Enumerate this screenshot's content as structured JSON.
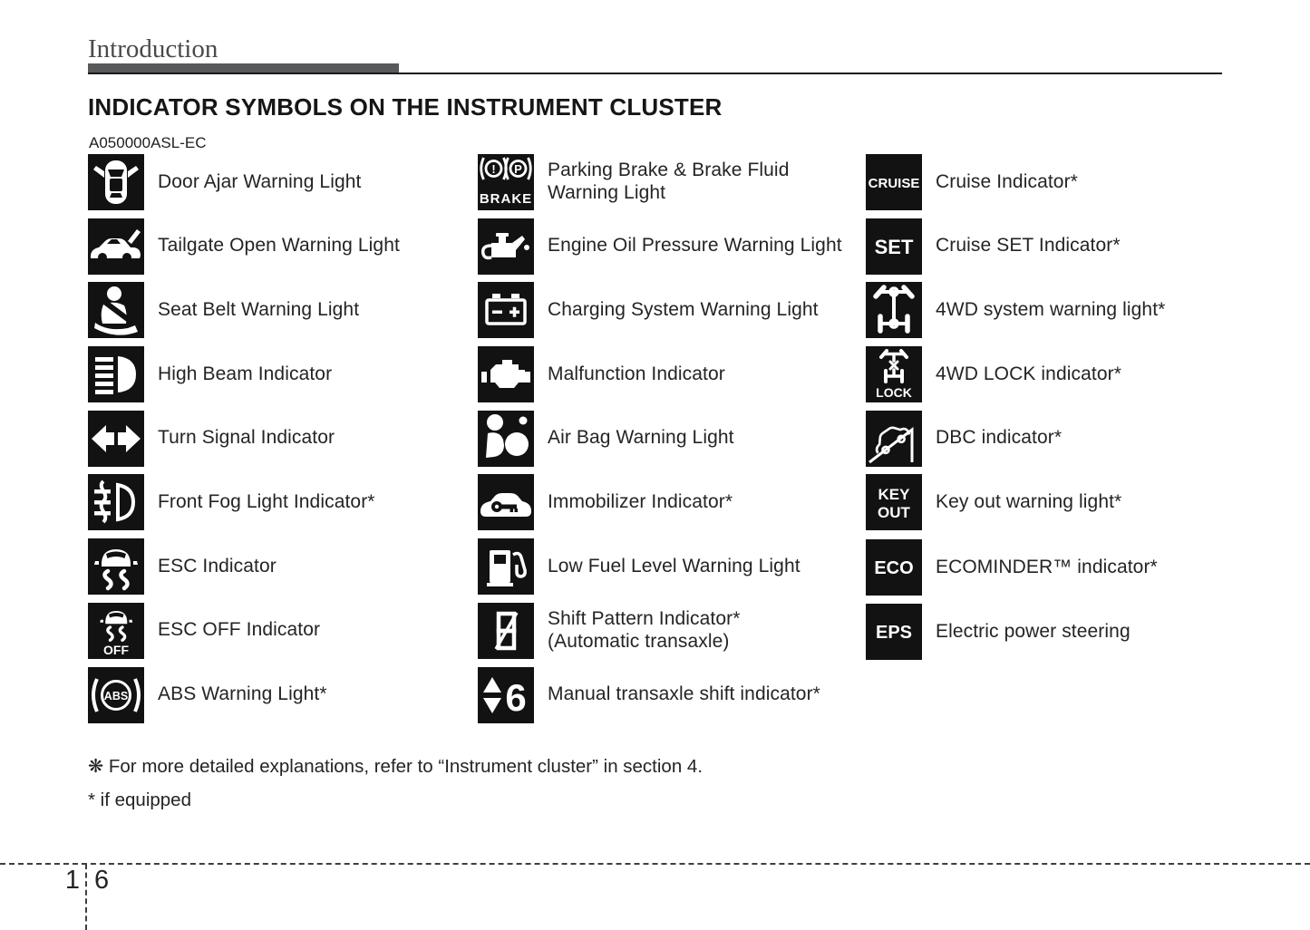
{
  "header": {
    "section": "Introduction"
  },
  "title": "INDICATOR SYMBOLS ON THE INSTRUMENT CLUSTER",
  "code": "A050000ASL-EC",
  "columns": [
    {
      "items": [
        {
          "icon": "door-ajar-icon",
          "label": "Door Ajar Warning Light"
        },
        {
          "icon": "tailgate-open-icon",
          "label": "Tailgate Open Warning Light"
        },
        {
          "icon": "seat-belt-icon",
          "label": "Seat Belt Warning Light"
        },
        {
          "icon": "high-beam-icon",
          "label": "High Beam Indicator"
        },
        {
          "icon": "turn-signal-icon",
          "label": "Turn Signal Indicator"
        },
        {
          "icon": "front-fog-light-icon",
          "label": "Front Fog Light Indicator*"
        },
        {
          "icon": "esc-icon",
          "label": "ESC Indicator"
        },
        {
          "icon": "esc-off-icon",
          "icon_text": "OFF",
          "label": "ESC OFF Indicator"
        },
        {
          "icon": "abs-warning-icon",
          "icon_text": "ABS",
          "label": "ABS Warning Light*"
        }
      ]
    },
    {
      "items": [
        {
          "icon": "parking-brake-icon",
          "icon_text": "BRAKE",
          "label": "Parking Brake & Brake Fluid\nWarning Light"
        },
        {
          "icon": "engine-oil-pressure-icon",
          "label": "Engine Oil Pressure Warning Light"
        },
        {
          "icon": "charging-system-icon",
          "label": "Charging System Warning Light"
        },
        {
          "icon": "malfunction-icon",
          "label": "Malfunction Indicator"
        },
        {
          "icon": "air-bag-icon",
          "label": "Air Bag Warning Light"
        },
        {
          "icon": "immobilizer-icon",
          "label": "Immobilizer Indicator*"
        },
        {
          "icon": "low-fuel-icon",
          "label": "Low Fuel Level Warning Light"
        },
        {
          "icon": "shift-pattern-icon",
          "label": "Shift Pattern Indicator*\n(Automatic transaxle)"
        },
        {
          "icon": "manual-shift-icon",
          "icon_text": "6",
          "label": "Manual transaxle shift indicator*"
        }
      ]
    },
    {
      "items": [
        {
          "icon": "cruise-icon",
          "icon_text": "CRUISE",
          "label": "Cruise Indicator*"
        },
        {
          "icon": "cruise-set-icon",
          "icon_text": "SET",
          "label": "Cruise SET Indicator*"
        },
        {
          "icon": "fourwd-system-icon",
          "label": "4WD system warning light*"
        },
        {
          "icon": "fourwd-lock-icon",
          "icon_text": "LOCK",
          "label": "4WD LOCK indicator*"
        },
        {
          "icon": "dbc-icon",
          "label": "DBC indicator*"
        },
        {
          "icon": "key-out-icon",
          "icon_text": "KEY\nOUT",
          "label": "Key out warning light*"
        },
        {
          "icon": "ecominder-icon",
          "icon_text": "ECO",
          "label": "ECOMINDER™ indicator*"
        },
        {
          "icon": "eps-icon",
          "icon_text": "EPS",
          "label": "Electric power steering"
        }
      ]
    }
  ],
  "footnotes": {
    "note": "❋ For more detailed explanations, refer to “Instrument cluster” in section 4.",
    "equipped": "* if equipped"
  },
  "page_footer": {
    "section_number": "1",
    "page_number": "6"
  },
  "colors": {
    "icon_bg": "#121212",
    "icon_fg": "#ffffff",
    "header_gray": "#58595b",
    "text": "#242424"
  }
}
